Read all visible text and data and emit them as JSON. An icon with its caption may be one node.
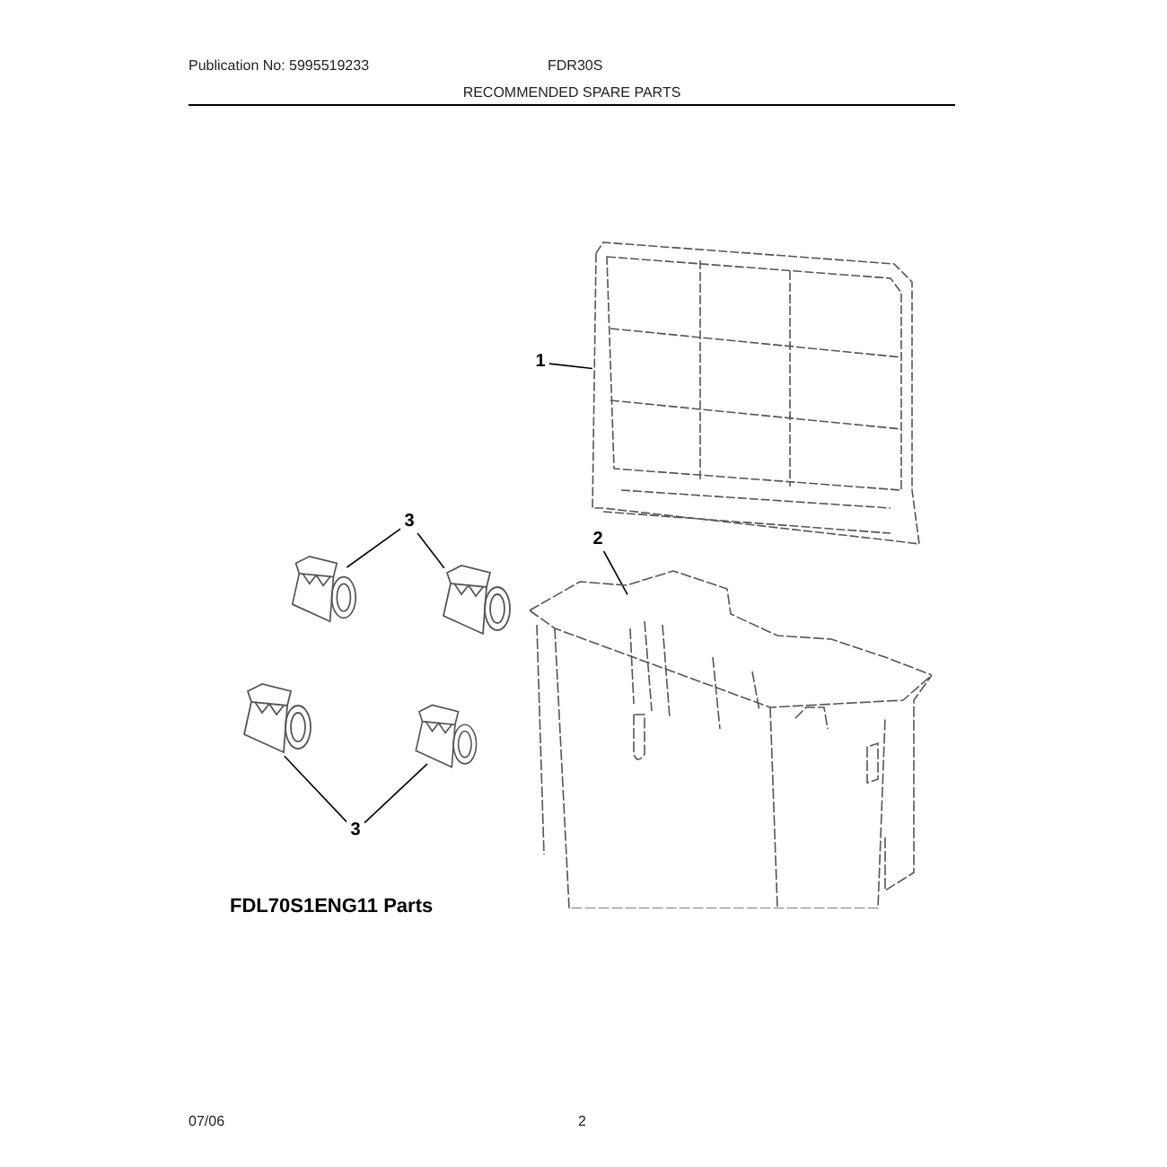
{
  "diagram": {
    "title": "RECOMMENDED SPARE PARTS",
    "nodes": [
      {
        "text": [
          "1"
        ]
      },
      {
        "text": [],
        "shape": "picture"
      },
      {
        "text": [
          "3"
        ]
      },
      {
        "text": [
          "2"
        ]
      },
      {
        "text": [],
        "shape": "picture"
      },
      {
        "text": [],
        "shape": "picture"
      },
      {
        "text": [],
        "shape": "picture"
      },
      {
        "text": [],
        "shape": "picture"
      },
      {
        "text": [],
        "shape": "picture"
      },
      {
        "text": [
          "3"
        ]
      }
    ],
    "edges": [
      {
        "from": 0,
        "to": 1,
        "arrow": "none"
      },
      {
        "from": 2,
        "to": 4,
        "arrow": "none"
      },
      {
        "from": 2,
        "to": 5,
        "arrow": "none"
      },
      {
        "from": 3,
        "to": 6,
        "arrow": "none"
      },
      {
        "from": 9,
        "to": 7,
        "arrow": "none"
      },
      {
        "from": 9,
        "to": 8,
        "arrow": "none"
      }
    ],
    "labels": [
      "Publication No: 5995519233",
      "FDR30S",
      "FDL70S1ENG11 Parts",
      "07/06",
      "2"
    ]
  }
}
